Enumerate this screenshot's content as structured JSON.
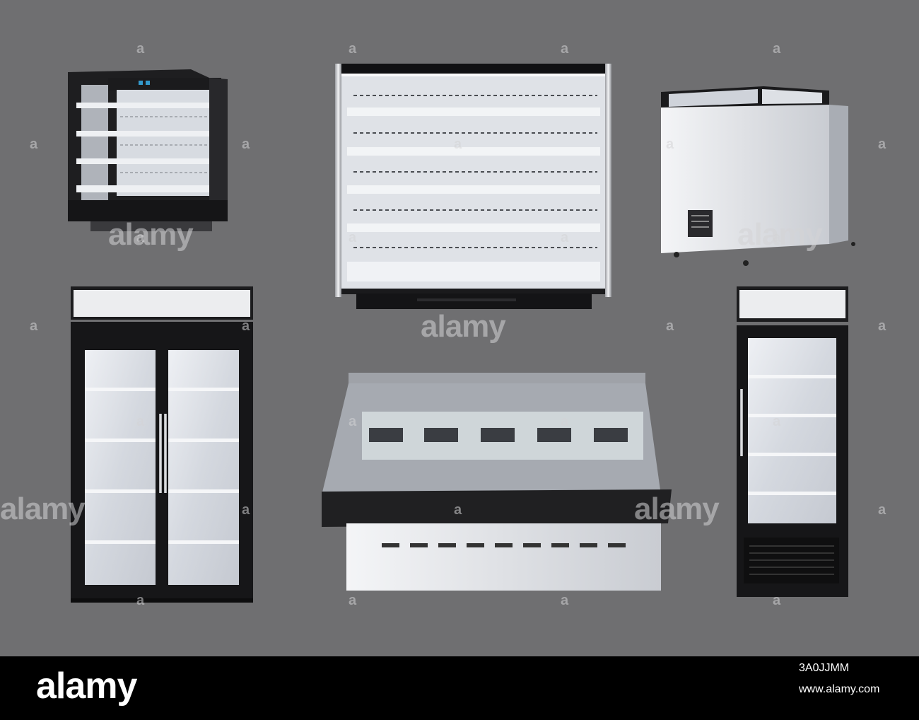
{
  "watermark": {
    "brand": "alamy",
    "glyph": "a"
  },
  "footer": {
    "brand": "alamy",
    "image_id": "3A0JJMM",
    "url": "www.alamy.com"
  },
  "colors": {
    "background": "#6f6f71",
    "footer": "#000000",
    "cabinet_dark": "#1c1c1e",
    "cabinet_light": "#e6e7ea",
    "interior": "#d9dce2"
  },
  "objects": [
    "countertop-display-fridge",
    "open-multideck-chiller",
    "chest-freezer",
    "double-door-beverage-cooler",
    "serve-over-counter",
    "single-door-beverage-cooler"
  ]
}
